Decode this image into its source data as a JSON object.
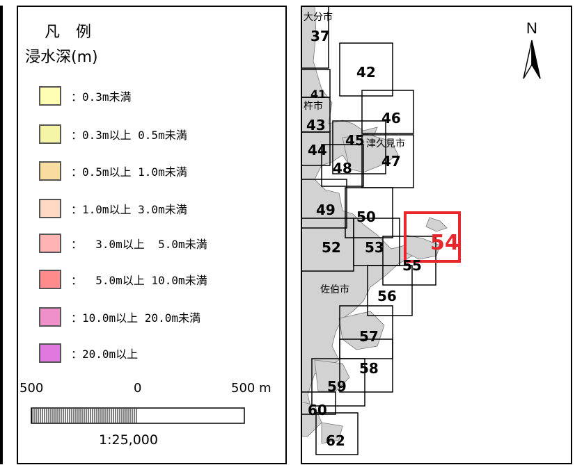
{
  "legend": {
    "title": "凡 例",
    "subtitle": "浸水深(m)",
    "items": [
      {
        "label": "：0.3m未満",
        "color": "#FFFFB4"
      },
      {
        "label": "：0.3m以上 0.5m未満",
        "color": "#F5F5A8"
      },
      {
        "label": "：0.5m以上 1.0m未満",
        "color": "#F8DCA0"
      },
      {
        "label": "：1.0m以上 3.0m未満",
        "color": "#FFD8C4"
      },
      {
        "label": "：  3.0m以上  5.0m未満",
        "color": "#FFB4B4"
      },
      {
        "label": "：  5.0m以上 10.0m未満",
        "color": "#FF8C8C"
      },
      {
        "label": "：10.0m以上 20.0m未満",
        "color": "#F090C8"
      },
      {
        "label": "：20.0m以上",
        "color": "#E078E0"
      }
    ]
  },
  "scale": {
    "left": "500",
    "center": "0",
    "right": "500 m",
    "ratio": "1:25,000"
  },
  "map": {
    "north": "N",
    "places": {
      "oita": "大分市",
      "usuki": "杵市",
      "tsukumi": "津久見市",
      "saiki": "佐伯市"
    },
    "tiles": [
      "37",
      "41",
      "42",
      "43",
      "44",
      "45",
      "46",
      "47",
      "48",
      "49",
      "50",
      "52",
      "53",
      "54",
      "55",
      "56",
      "57",
      "58",
      "59",
      "60",
      "62"
    ],
    "highlight_tile": "54",
    "highlight_color": "#E8262B"
  }
}
